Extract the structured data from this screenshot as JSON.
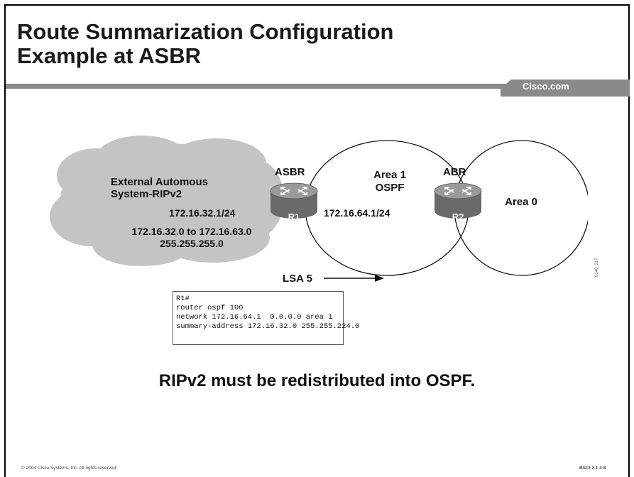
{
  "title": {
    "line1": "Route Summarization Configuration",
    "line2": "Example at ASBR"
  },
  "brand": "Cisco.com",
  "diagram": {
    "cloud_title_line1": "External Automous",
    "cloud_title_line2": "System-RIPv2",
    "cloud_ip": "172.16.32.1/24",
    "cloud_range": "172.16.32.0 to 172.16.63.0",
    "cloud_mask": "255.255.255.0",
    "asbr_label": "ASBR",
    "abr_label": "ABR",
    "area1_line1": "Area 1",
    "area1_line2": "OSPF",
    "area1_ip": "172.16.64.1/24",
    "area0_label": "Area 0",
    "r1_label": "R1",
    "r2_label": "R2",
    "lsa_label": "LSA 5"
  },
  "code": {
    "lines": [
      "R1#",
      "router ospf 100",
      "network 172.16.64.1  0.0.0.0 area 1",
      "summary-address 172.16.32.0 255.255.224.0"
    ]
  },
  "side_code": "0140_217",
  "caption": "RIPv2 must be redistributed into OSPF.",
  "footer": {
    "copyright": "© 2004 Cisco Systems, Inc. All rights reserved.",
    "course": "BSCI 2.1   4-8"
  }
}
